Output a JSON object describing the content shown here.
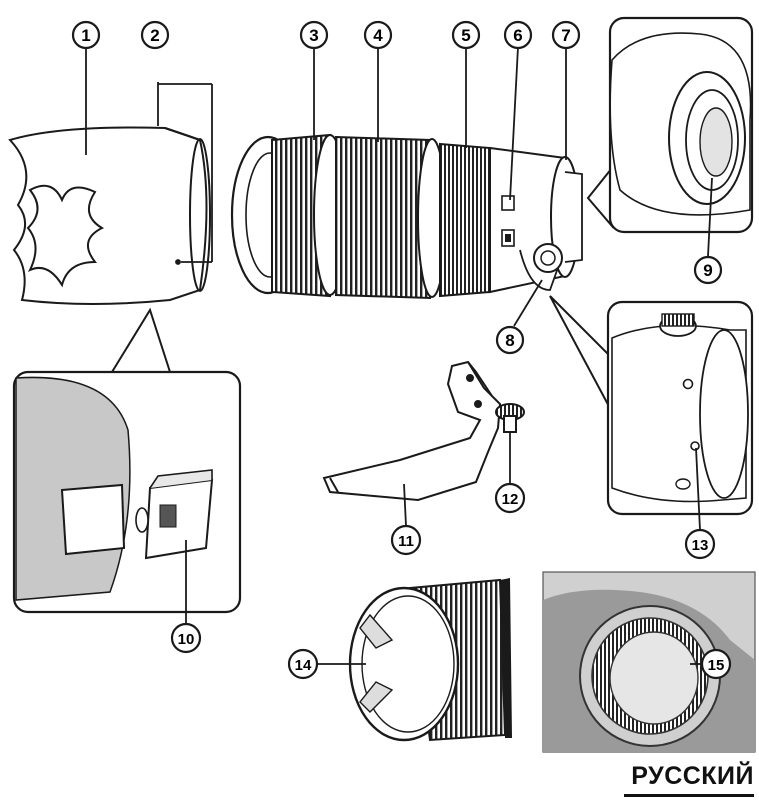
{
  "language_label": "РУССКИЙ",
  "callouts": [
    "1",
    "2",
    "3",
    "4",
    "5",
    "6",
    "7",
    "8",
    "9",
    "10",
    "11",
    "12",
    "13",
    "14",
    "15"
  ],
  "colors": {
    "ink": "#1a1a1a",
    "fill": "#ffffff",
    "shade": "#d6d6d6",
    "dark": "#8a8a8a"
  }
}
